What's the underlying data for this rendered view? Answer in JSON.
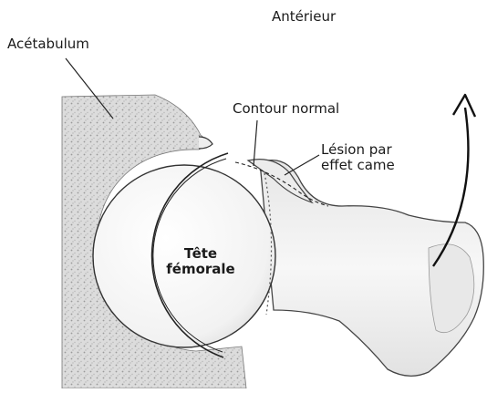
{
  "labels": {
    "anterior": "Antérieur",
    "acetabulum": "Acétabulum",
    "normal_contour": "Contour normal",
    "lesion_line1": "Lésion par",
    "lesion_line2": "effet came",
    "head_line1": "Tête",
    "head_line2": "fémorale"
  },
  "colors": {
    "ink": "#1a1a1a",
    "bone_fill": "#f4f4f4",
    "acetabulum_fill": "#d8d8d8"
  }
}
